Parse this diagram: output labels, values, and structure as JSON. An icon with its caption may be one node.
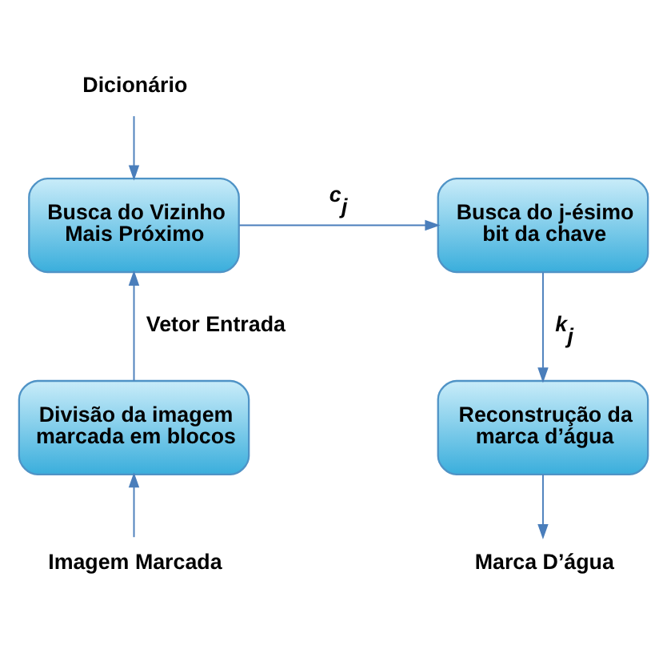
{
  "diagram": {
    "nodes": [
      {
        "text": [
          "Dicionário"
        ]
      },
      {
        "text": [
          "Busca do Vizinho Mais Próximo"
        ]
      },
      {
        "text": [
          "Busca do j-ésimo bit da chave"
        ]
      },
      {
        "text": [
          "Divisão da imagem marcada em blocos"
        ]
      },
      {
        "text": [
          "Reconstrução da marca d’água"
        ]
      },
      {
        "text": [
          "Imagem Marcada"
        ]
      },
      {
        "text": [
          "Marca D’água"
        ]
      }
    ],
    "edges": [
      {
        "from": 0,
        "to": 1,
        "arrow": "to"
      },
      {
        "from": 1,
        "to": 2,
        "arrow": "to",
        "label": "*c*$_{j}$"
      },
      {
        "from": 3,
        "to": 1,
        "arrow": "to",
        "label": "Vetor Entrada"
      },
      {
        "from": 2,
        "to": 4,
        "arrow": "to",
        "label": "*k*$_{j}$"
      },
      {
        "from": 5,
        "to": 3,
        "arrow": "to"
      },
      {
        "from": 4,
        "to": 6,
        "arrow": "to"
      }
    ]
  }
}
